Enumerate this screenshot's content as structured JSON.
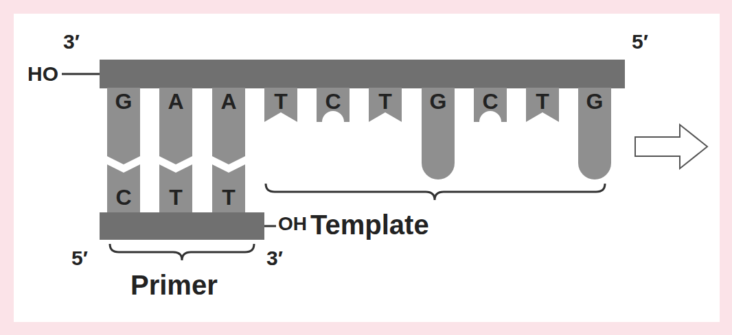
{
  "diagram": {
    "nodes": [
      {
        "text": [
          "G"
        ]
      },
      {
        "text": [
          "A"
        ]
      },
      {
        "text": [
          "A"
        ]
      },
      {
        "text": [
          "T"
        ]
      },
      {
        "text": [
          "C"
        ]
      },
      {
        "text": [
          "T"
        ]
      },
      {
        "text": [
          "G"
        ]
      },
      {
        "text": [
          "C"
        ]
      },
      {
        "text": [
          "T"
        ]
      },
      {
        "text": [
          "G"
        ]
      },
      {
        "text": [
          "C"
        ]
      },
      {
        "text": [
          "T"
        ]
      },
      {
        "text": [
          "T"
        ]
      }
    ],
    "labels": [
      "3′",
      "HO",
      "5′",
      "5′",
      "3′",
      "OH",
      "Template",
      "Primer"
    ]
  }
}
